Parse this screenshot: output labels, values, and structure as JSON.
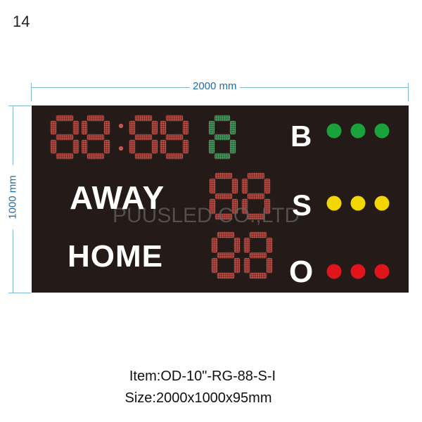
{
  "page_number": "14",
  "dimensions": {
    "width_label": "2000 mm",
    "height_label": "1000 mm"
  },
  "board": {
    "clock": "88:88",
    "period": "8",
    "away_label": "AWAY",
    "home_label": "HOME",
    "away_score": "88",
    "home_score": "88",
    "balls_label": "B",
    "strikes_label": "S",
    "outs_label": "O",
    "watermark": "PUUSLED CO.,LTD"
  },
  "colors": {
    "board_background": "#241a17",
    "digit_red": "#b8473f",
    "digit_green": "#3f9b5a",
    "ball_lamp": "#1aa33a",
    "strike_lamp": "#f2d600",
    "out_lamp": "#e0151b"
  },
  "lamps": {
    "balls": 3,
    "strikes": 3,
    "outs": 3
  },
  "caption": {
    "item": "Item:OD-10\"-RG-88-S-I",
    "size": "Size:2000x1000x95mm"
  }
}
